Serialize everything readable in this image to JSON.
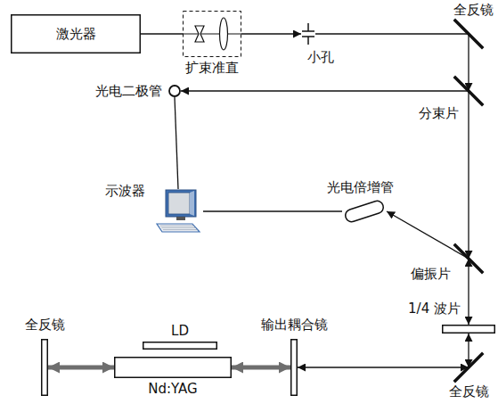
{
  "diagram": {
    "nodes": [
      {
        "text": [
          "激光器"
        ]
      },
      {
        "text": [
          "扩束准直"
        ]
      },
      {
        "text": [
          "小孔"
        ]
      },
      {
        "text": [
          "全反镜"
        ]
      },
      {
        "text": [
          "光电二极管"
        ]
      },
      {
        "text": [
          "分束片"
        ]
      },
      {
        "text": [
          "示波器"
        ]
      },
      {
        "text": [
          "光电倍增管"
        ]
      },
      {
        "text": [
          "偏振片"
        ]
      },
      {
        "text": [
          "1/4 波片"
        ]
      },
      {
        "text": [
          "全反镜"
        ]
      },
      {
        "text": [
          "LD"
        ]
      },
      {
        "text": [
          "Nd:YAG"
        ]
      },
      {
        "text": [
          "输出耦合镜"
        ]
      },
      {
        "text": [
          "全反镜"
        ]
      }
    ],
    "edges": [
      {
        "from": 0,
        "to": 1,
        "arrow": "none"
      },
      {
        "from": 1,
        "to": 2,
        "arrow": "to"
      },
      {
        "from": 2,
        "to": 3,
        "arrow": "none"
      },
      {
        "from": 3,
        "to": 5,
        "arrow": "to"
      },
      {
        "from": 5,
        "to": 4,
        "arrow": "to"
      },
      {
        "from": 5,
        "to": 8,
        "arrow": "to"
      },
      {
        "from": 4,
        "to": 6,
        "arrow": "none"
      },
      {
        "from": 6,
        "to": 7,
        "arrow": "none"
      },
      {
        "from": 8,
        "to": 7,
        "arrow": "to"
      },
      {
        "from": 8,
        "to": 9,
        "arrow": "both"
      },
      {
        "from": 9,
        "to": 14,
        "arrow": "both"
      },
      {
        "from": 13,
        "to": 14,
        "arrow": "both"
      },
      {
        "from": 10,
        "to": 12,
        "arrow": "both"
      },
      {
        "from": 12,
        "to": 13,
        "arrow": "both"
      }
    ]
  }
}
